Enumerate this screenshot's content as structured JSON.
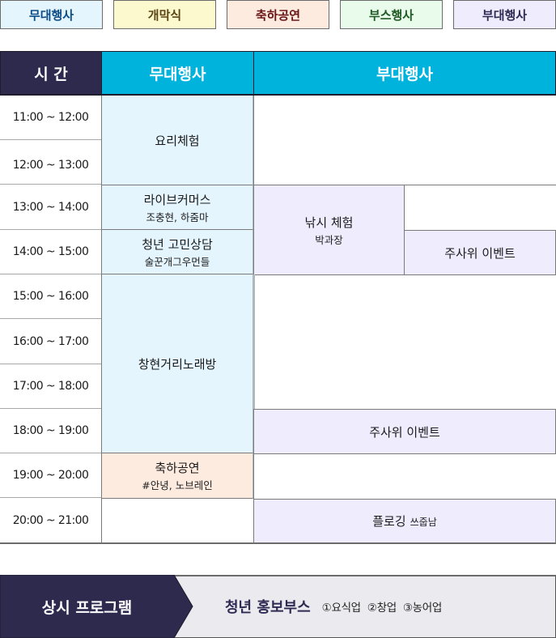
{
  "legend": [
    {
      "label": "무대행사",
      "bg": "#e4f5fd",
      "color": "#0c4d86"
    },
    {
      "label": "개막식",
      "bg": "#fdf9cf",
      "color": "#5a4412"
    },
    {
      "label": "축하공연",
      "bg": "#fdebe0",
      "color": "#6a1515"
    },
    {
      "label": "부스행사",
      "bg": "#e9fbea",
      "color": "#1e5a22"
    },
    {
      "label": "부대행사",
      "bg": "#efedfd",
      "color": "#2e2a52"
    }
  ],
  "header": {
    "time": "시 간",
    "stage": "무대행사",
    "sub": "부대행사",
    "time_bg": "#2e2a4e",
    "event_bg": "#00b3dc"
  },
  "times": [
    "11:00 ~ 12:00",
    "12:00 ~ 13:00",
    "13:00 ~ 14:00",
    "14:00 ~ 15:00",
    "15:00 ~ 16:00",
    "16:00 ~ 17:00",
    "17:00 ~ 18:00",
    "18:00 ~ 19:00",
    "19:00 ~ 20:00",
    "20:00 ~ 21:00"
  ],
  "stage_events": [
    {
      "title": "요리체험",
      "note": "",
      "span": "11:00-13:00"
    },
    {
      "title": "라이브커머스",
      "note": "조충현, 하줌마",
      "span": "13:00-14:00"
    },
    {
      "title": "청년 고민상담",
      "note": "술꾼개그우먼들",
      "span": "14:00-15:00"
    },
    {
      "title": "창현거리노래방",
      "note": "",
      "span": "15:00-19:00"
    },
    {
      "title": "축하공연",
      "note": "#안녕, 노브레인",
      "span": "19:00-20:00"
    }
  ],
  "sub_events": [
    {
      "title": "낚시 체험",
      "note": "박과장",
      "span": "13:00-15:00"
    },
    {
      "title": "주사위 이벤트",
      "note": "",
      "span": "14:00-15:00"
    },
    {
      "title": "주사위 이벤트",
      "note": "",
      "span": "18:00-19:00"
    },
    {
      "title": "플로깅",
      "note": "쓰줍남",
      "span": "20:00-21:00"
    }
  ],
  "always_program": {
    "label": "상시 프로그램",
    "booth_title": "청년 홍보부스",
    "booth_items": "①요식업 ②창업 ③농어업"
  }
}
